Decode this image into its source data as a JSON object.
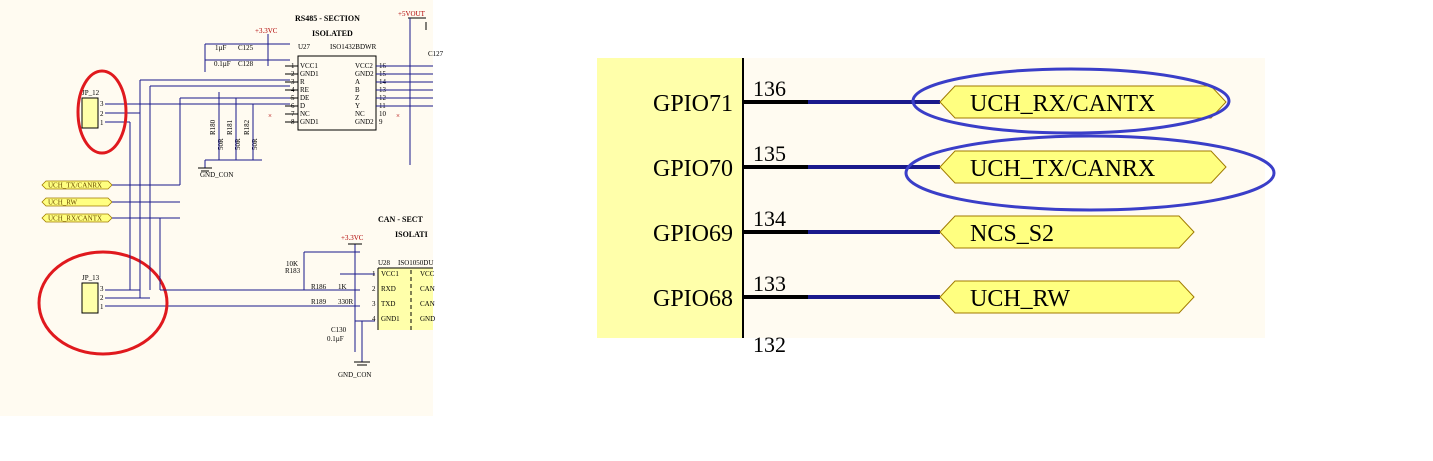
{
  "left": {
    "sections": {
      "rs485_title_1": "RS485 - SECTION",
      "rs485_title_2": "ISOLATED",
      "can_title_1": "CAN - SECT",
      "can_title_2": "ISOLATI"
    },
    "components": {
      "u27": "U27",
      "u27_part": "ISO1432BDWR",
      "u28": "U28",
      "u28_part": "ISO1050DU",
      "c125": "C125",
      "c125_val": "1µF",
      "c128": "C128",
      "c128_val": "0.1µF",
      "c127": "C127",
      "c130": "C130",
      "c130_val": "0.1µF",
      "r183": "R183",
      "r183_val": "10K",
      "r186": "R186",
      "r186_val": "1K",
      "r189": "R189",
      "r189_val": "330R",
      "r180": "R180",
      "r181": "R181",
      "r182": "R182",
      "r_val": "50R",
      "jp12": "JP_12",
      "jp13": "JP_13"
    },
    "power": {
      "v33_a": "+3.3VC",
      "v33_b": "+3.3VC",
      "v5": "+5VOUT",
      "gnd_a": "GND_CON",
      "gnd_b": "GND_CON"
    },
    "u27_pins_left": [
      "VCC1",
      "GND1",
      "R",
      "RE",
      "DE",
      "D",
      "NC",
      "GND1"
    ],
    "u27_pins_left_num": [
      "1",
      "2",
      "3",
      "4",
      "5",
      "6",
      "7",
      "8"
    ],
    "u27_pins_right": [
      "VCC2",
      "GND2",
      "A",
      "B",
      "Z",
      "Y",
      "NC",
      "GND2"
    ],
    "u27_pins_right_num": [
      "16",
      "15",
      "14",
      "13",
      "12",
      "11",
      "10",
      "9"
    ],
    "u28_pins": [
      "VCC1",
      "RXD",
      "TXD",
      "GND1"
    ],
    "u28_pins_num": [
      "1",
      "2",
      "3",
      "4"
    ],
    "u28_pins_right": [
      "VCC",
      "CAN",
      "CAN",
      "GND"
    ],
    "jp_pins": [
      "3",
      "2",
      "1"
    ],
    "net_labels": [
      "UCH_TX/CANRX",
      "UCH_RW",
      "UCH_RX/CANTX"
    ]
  },
  "right": {
    "rows": [
      {
        "gpio": "GPIO71",
        "pin": "136",
        "net": "UCH_RX/CANTX"
      },
      {
        "gpio": "GPIO70",
        "pin": "135",
        "net": "UCH_TX/CANRX"
      },
      {
        "gpio": "GPIO69",
        "pin": "134",
        "net": "NCS_S2"
      },
      {
        "gpio": "GPIO68",
        "pin": "133",
        "net": "UCH_RW"
      }
    ],
    "partial_pin": "132"
  },
  "colors": {
    "highlight_red": "#e0191e",
    "highlight_blue": "#3a3ec8",
    "net_fill": "#ffff80",
    "ic_fill": "#ffffaa"
  }
}
